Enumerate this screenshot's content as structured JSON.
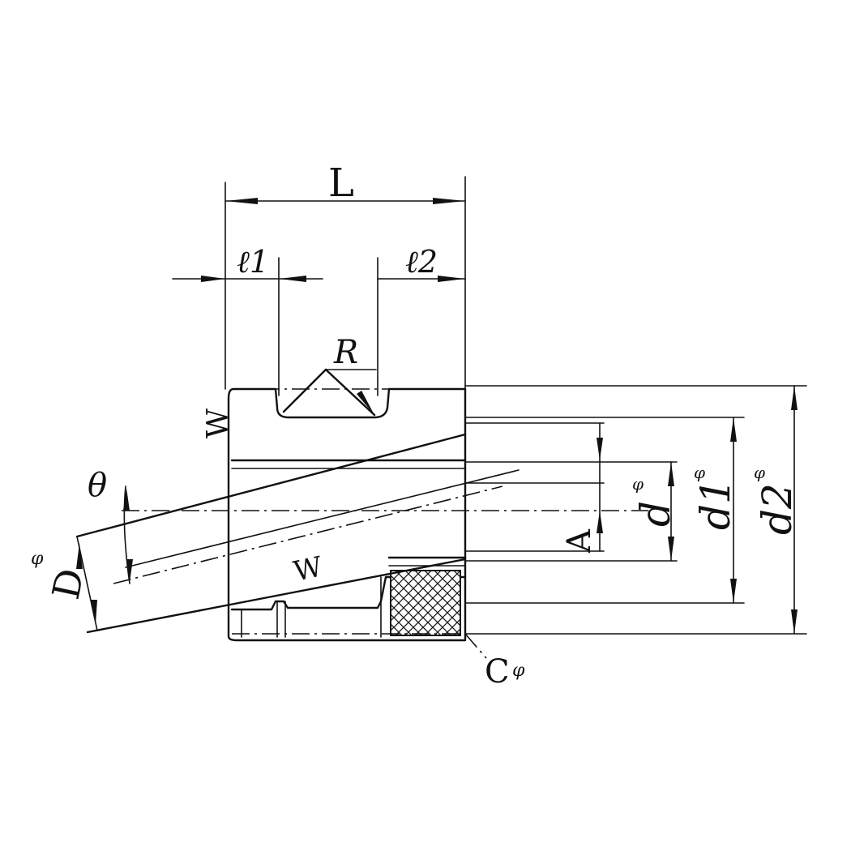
{
  "labels": {
    "L": "L",
    "l1": "ℓ1",
    "l2": "ℓ2",
    "R": "R",
    "W_left": "W",
    "W_bottom": "W",
    "theta": "θ",
    "D": "D",
    "A": "A",
    "d": "d",
    "d1": "d1",
    "d2": "d2",
    "C": "C",
    "phi": "φ"
  },
  "colors": {
    "ink": "#111111",
    "background": "#ffffff"
  }
}
